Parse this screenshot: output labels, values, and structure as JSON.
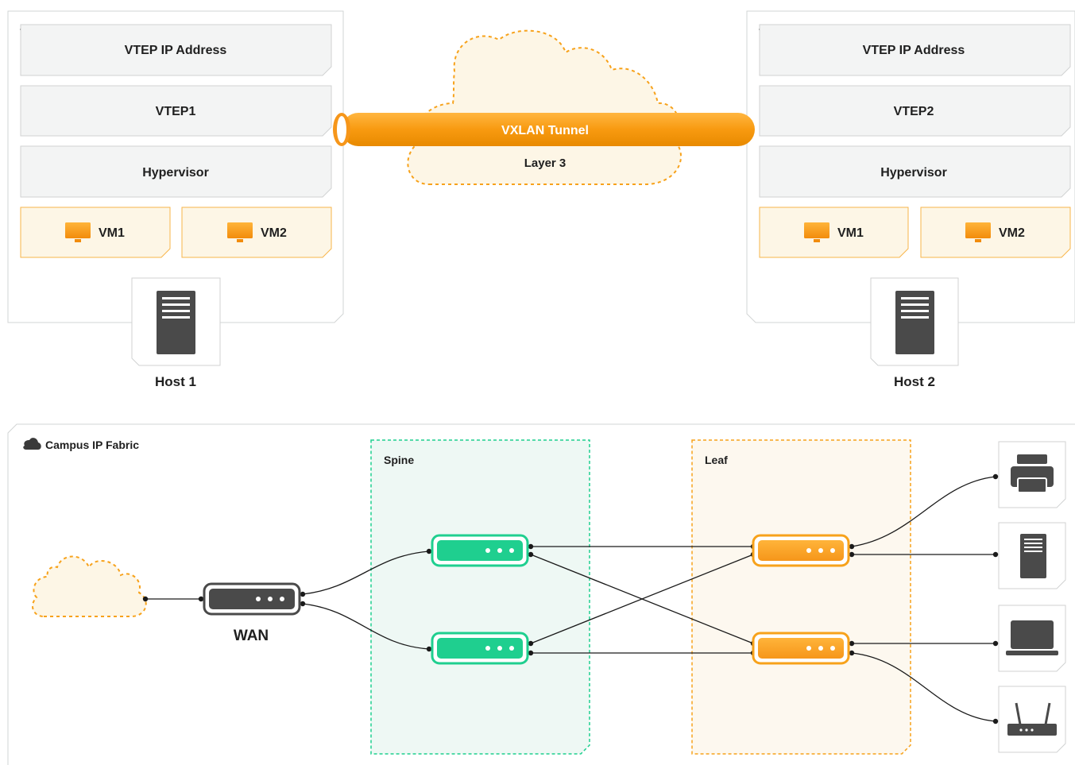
{
  "host1": {
    "vtep_ip": "VTEP IP Address",
    "vtep": "VTEP1",
    "hypervisor": "Hypervisor",
    "vm1": "VM1",
    "vm2": "VM2",
    "host_label": "Host 1"
  },
  "host2": {
    "vtep_ip": "VTEP IP Address",
    "vtep": "VTEP2",
    "hypervisor": "Hypervisor",
    "vm1": "VM1",
    "vm2": "VM2",
    "host_label": "Host 2"
  },
  "tunnel": {
    "label": "VXLAN Tunnel"
  },
  "cloud_top": {
    "label": "Layer 3"
  },
  "fabric": {
    "title": "Campus IP Fabric",
    "spine_label": "Spine",
    "leaf_label": "Leaf",
    "wan_label": "WAN",
    "endpoints": [
      "printer-icon",
      "server-icon",
      "laptop-icon",
      "router-icon"
    ]
  },
  "colors": {
    "orange": "#f7a21b",
    "orange_light": "#fdf6e6",
    "green": "#1fcf8f",
    "green_light": "#eef8f4",
    "gray_box": "#f3f4f4",
    "dark": "#4a4a4a"
  }
}
